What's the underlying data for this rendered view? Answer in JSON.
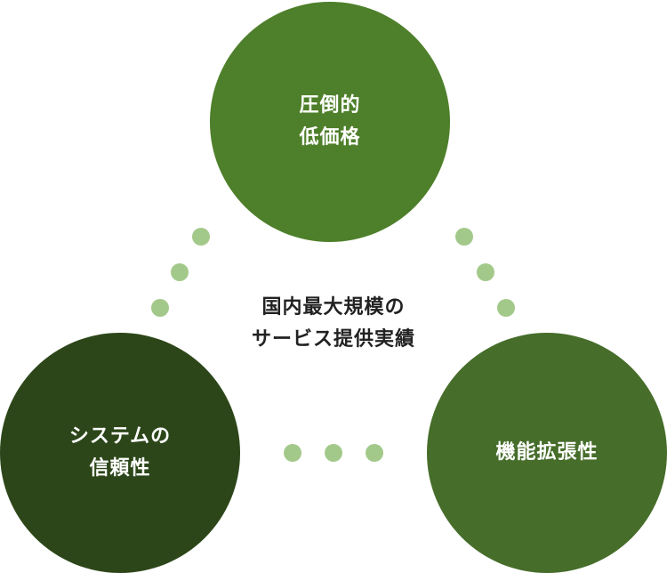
{
  "diagram": {
    "top": {
      "text": "圧倒的\n低価格",
      "color": "#4e7f2a"
    },
    "left": {
      "text": "システムの\n信頼性",
      "color": "#2c4619"
    },
    "right": {
      "text": "機能拡張性",
      "color": "#466d2a"
    },
    "center": {
      "text": "国内最大規模の\nサービス提供実績"
    },
    "dot_color": "#a3c98a"
  }
}
